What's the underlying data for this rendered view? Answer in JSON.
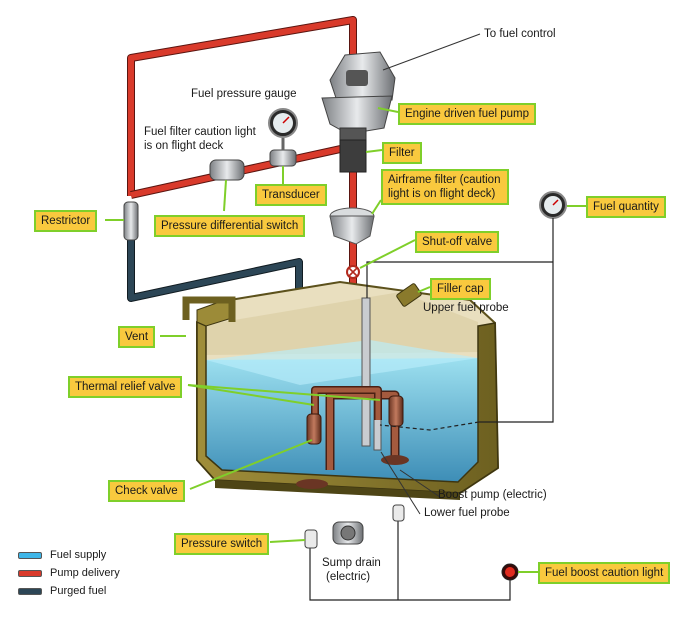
{
  "callouts": {
    "engine_pump": "Engine driven fuel pump",
    "filter": "Filter",
    "airframe_filter": "Airframe filter (caution light is on flight deck)",
    "shutoff_valve": "Shut-off valve",
    "filler_cap": "Filler cap",
    "fuel_quantity": "Fuel quantity",
    "restrictor": "Restrictor",
    "transducer": "Transducer",
    "pressure_diff_switch": "Pressure differential switch",
    "vent": "Vent",
    "thermal_relief_valve": "Thermal relief valve",
    "check_valve": "Check valve",
    "pressure_switch": "Pressure switch",
    "fuel_boost_caution_light": "Fuel boost caution light"
  },
  "labels": {
    "to_fuel_control": "To fuel control",
    "fuel_pressure_gauge": "Fuel pressure gauge",
    "fuel_filter_caution_line1": "Fuel filter caution light",
    "fuel_filter_caution_line2": "is on flight deck",
    "upper_fuel_probe": "Upper fuel probe",
    "boost_pump": "Boost pump (electric)",
    "lower_fuel_probe": "Lower fuel probe",
    "sump_drain_line1": "Sump drain",
    "sump_drain_line2": "(electric)"
  },
  "legend": [
    {
      "label": "Fuel supply",
      "color": "#3fb6e8"
    },
    {
      "label": "Pump delivery",
      "color": "#d93a2b"
    },
    {
      "label": "Purged fuel",
      "color": "#2c4656"
    }
  ],
  "colors": {
    "callout_fill": "#f9c93e",
    "callout_border": "#7fcf2a",
    "pump_delivery": "#d93a2b",
    "purged_fuel": "#2c4656",
    "fuel_supply": "#3fb6e8",
    "tank_wall": "#8a7a2c"
  }
}
